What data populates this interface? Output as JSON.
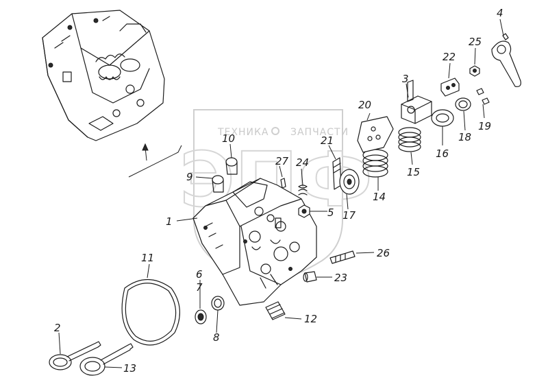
{
  "watermark": {
    "top_left": "ТЕХНИКА",
    "top_right": "ЗАПЧАСТИ",
    "big": "ЭПФ"
  },
  "callouts": {
    "c1": "1",
    "c2": "2",
    "c3": "3",
    "c4": "4",
    "c5": "5",
    "c6": "6",
    "c7": "7",
    "c8": "8",
    "c9": "9",
    "c10": "10",
    "c11": "11",
    "c12": "12",
    "c13": "13",
    "c14": "14",
    "c15": "15",
    "c16": "16",
    "c17": "17",
    "c18": "18",
    "c19": "19",
    "c20": "20",
    "c21": "21",
    "c22": "22",
    "c23": "23",
    "c24": "24",
    "c25": "25",
    "c26": "26",
    "c27": "27"
  }
}
